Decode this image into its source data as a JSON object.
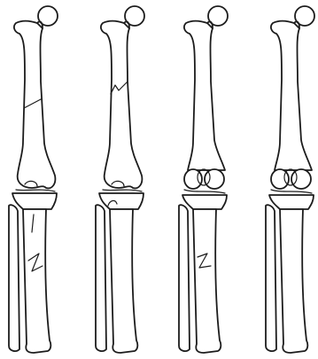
{
  "figure": {
    "panels": [
      {
        "id": "a",
        "femur_fracture": true,
        "tibia_fracture": true,
        "knee_detail": "simple"
      },
      {
        "id": "b",
        "femur_fracture": true,
        "tibia_fracture": false,
        "knee_detail": "simple"
      },
      {
        "id": "c",
        "femur_fracture": false,
        "tibia_fracture": true,
        "knee_detail": "condyles"
      },
      {
        "id": "d",
        "femur_fracture": false,
        "tibia_fracture": false,
        "knee_detail": "condyles"
      }
    ],
    "stroke_color": "#1c1c1c",
    "background_color": "#ffffff"
  }
}
